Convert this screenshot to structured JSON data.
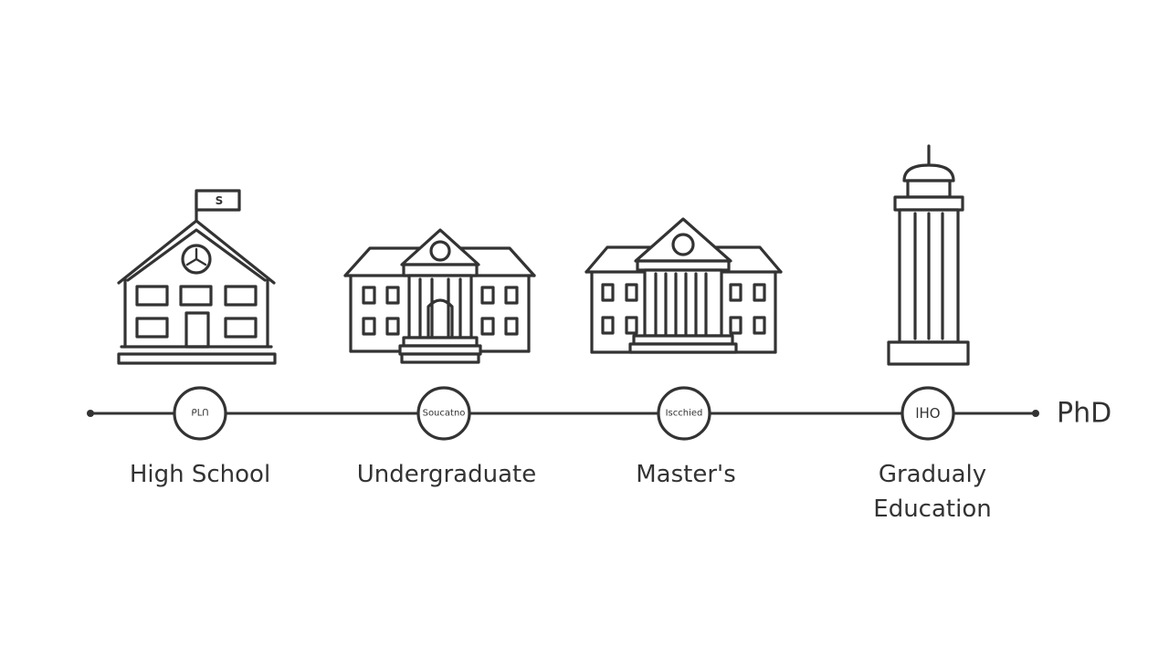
{
  "timeline": {
    "end_label": "PhD",
    "stages": [
      {
        "node_text": "ᑭᒪᑎ",
        "label_lines": [
          "High School"
        ],
        "flag_text": "S"
      },
      {
        "node_text": "Soucatno",
        "label_lines": [
          "Undergraduate"
        ]
      },
      {
        "node_text": "Iscchied",
        "label_lines": [
          "Master's"
        ]
      },
      {
        "node_text": "lᕼO",
        "label_lines": [
          "Gradualy",
          "Education"
        ]
      }
    ]
  },
  "icons": [
    "school-house-icon",
    "university-building-icon",
    "classical-hall-icon",
    "tower-icon"
  ],
  "colors": {
    "line": "#333333",
    "background": "#ffffff"
  }
}
